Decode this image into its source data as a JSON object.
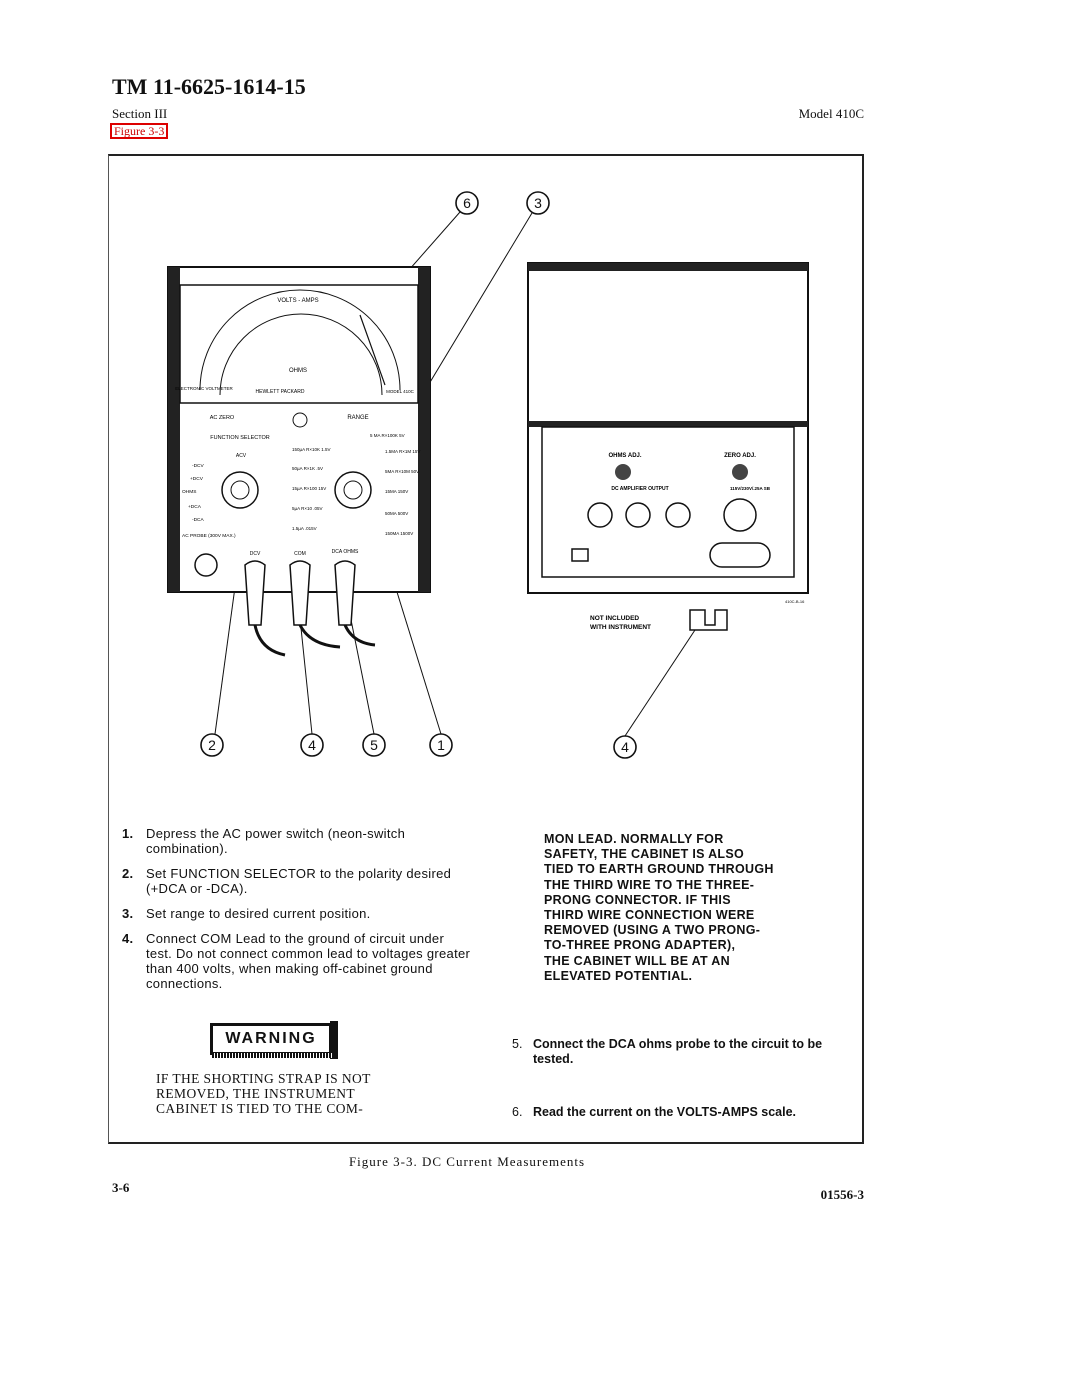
{
  "header": {
    "doc_number": "TM 11-6625-1614-15",
    "section": "Section III",
    "model": "Model 410C",
    "figure_link": "Figure 3-3"
  },
  "figure": {
    "callouts": [
      "6",
      "3",
      "2",
      "4",
      "5",
      "1",
      "4"
    ],
    "meter": {
      "scale_top": "VOLTS - AMPS",
      "scale_bottom": "OHMS",
      "maker": "HEWLETT PACKARD",
      "model_badge": "MODEL 410C",
      "left_badge": "ELECTRONIC VOLTMETER",
      "ac_zero": "AC ZERO",
      "range": "RANGE",
      "function_selector": "FUNCTION SELECTOR",
      "acv": "ACV",
      "func_positions": [
        "-DCV",
        "+DCV",
        "OHMS",
        "+DCA",
        "-DCA"
      ],
      "ac_probe": "AC PROBE (300V MAX.)",
      "jacks": [
        "DCV",
        "COM",
        "DCA OHMS"
      ],
      "range_labels_left": [
        "150µA R×10K 1.5V",
        "50µA R×1K .5V",
        "15µA R×100 15V",
        "5µA R×10 .05V",
        "1.5µA .015V"
      ],
      "range_labels_right": [
        "5 MA R×100K 5V",
        "1.5MA R×1M 15V",
        "5MA R×10M 50V",
        "15MA 150V",
        "50MA 500V",
        "150MA 1500V"
      ]
    },
    "rear": {
      "ohms_adj": "OHMS ADJ.",
      "zero_adj": "ZERO ADJ.",
      "dc_amp_output": "DC AMPLIFIER OUTPUT",
      "fuse": "115V/230V/.25A SB",
      "not_included": "NOT INCLUDED",
      "with_instrument": "WITH INSTRUMENT",
      "neg_code": "410C-B-16"
    }
  },
  "steps_left": [
    {
      "num": "1.",
      "text": "Depress the AC power switch (neon-switch combination)."
    },
    {
      "num": "2.",
      "text": "Set FUNCTION SELECTOR to the polarity desired (+DCA or -DCA)."
    },
    {
      "num": "3.",
      "text": "Set range to desired current position."
    },
    {
      "num": "4.",
      "text": "Connect COM Lead to the ground of circuit under test. Do not connect common lead to voltages greater than 400 volts, when making off-cabinet ground connections."
    }
  ],
  "warning": {
    "badge": "WARNING",
    "text_left": "IF THE SHORTING STRAP IS NOT\nREMOVED, THE INSTRUMENT\nCABINET IS TIED TO THE COM-",
    "text_right": "MON LEAD. NORMALLY FOR\nSAFETY, THE CABINET IS ALSO\nTIED TO EARTH GROUND THROUGH\nTHE THIRD WIRE TO THE THREE-\nPRONG CONNECTOR. IF THIS\nTHIRD WIRE CONNECTION WERE\nREMOVED (USING A TWO PRONG-\nTO-THREE PRONG ADAPTER),\nTHE CABINET WILL BE AT AN\nELEVATED POTENTIAL."
  },
  "steps_right": [
    {
      "num": "5.",
      "text": "Connect the DCA ohms probe to the circuit to be tested."
    },
    {
      "num": "6.",
      "text": "Read the current on the VOLTS-AMPS scale."
    }
  ],
  "footer": {
    "caption": "Figure 3-3. DC Current Measurements",
    "page": "3-6",
    "code": "01556-3"
  }
}
